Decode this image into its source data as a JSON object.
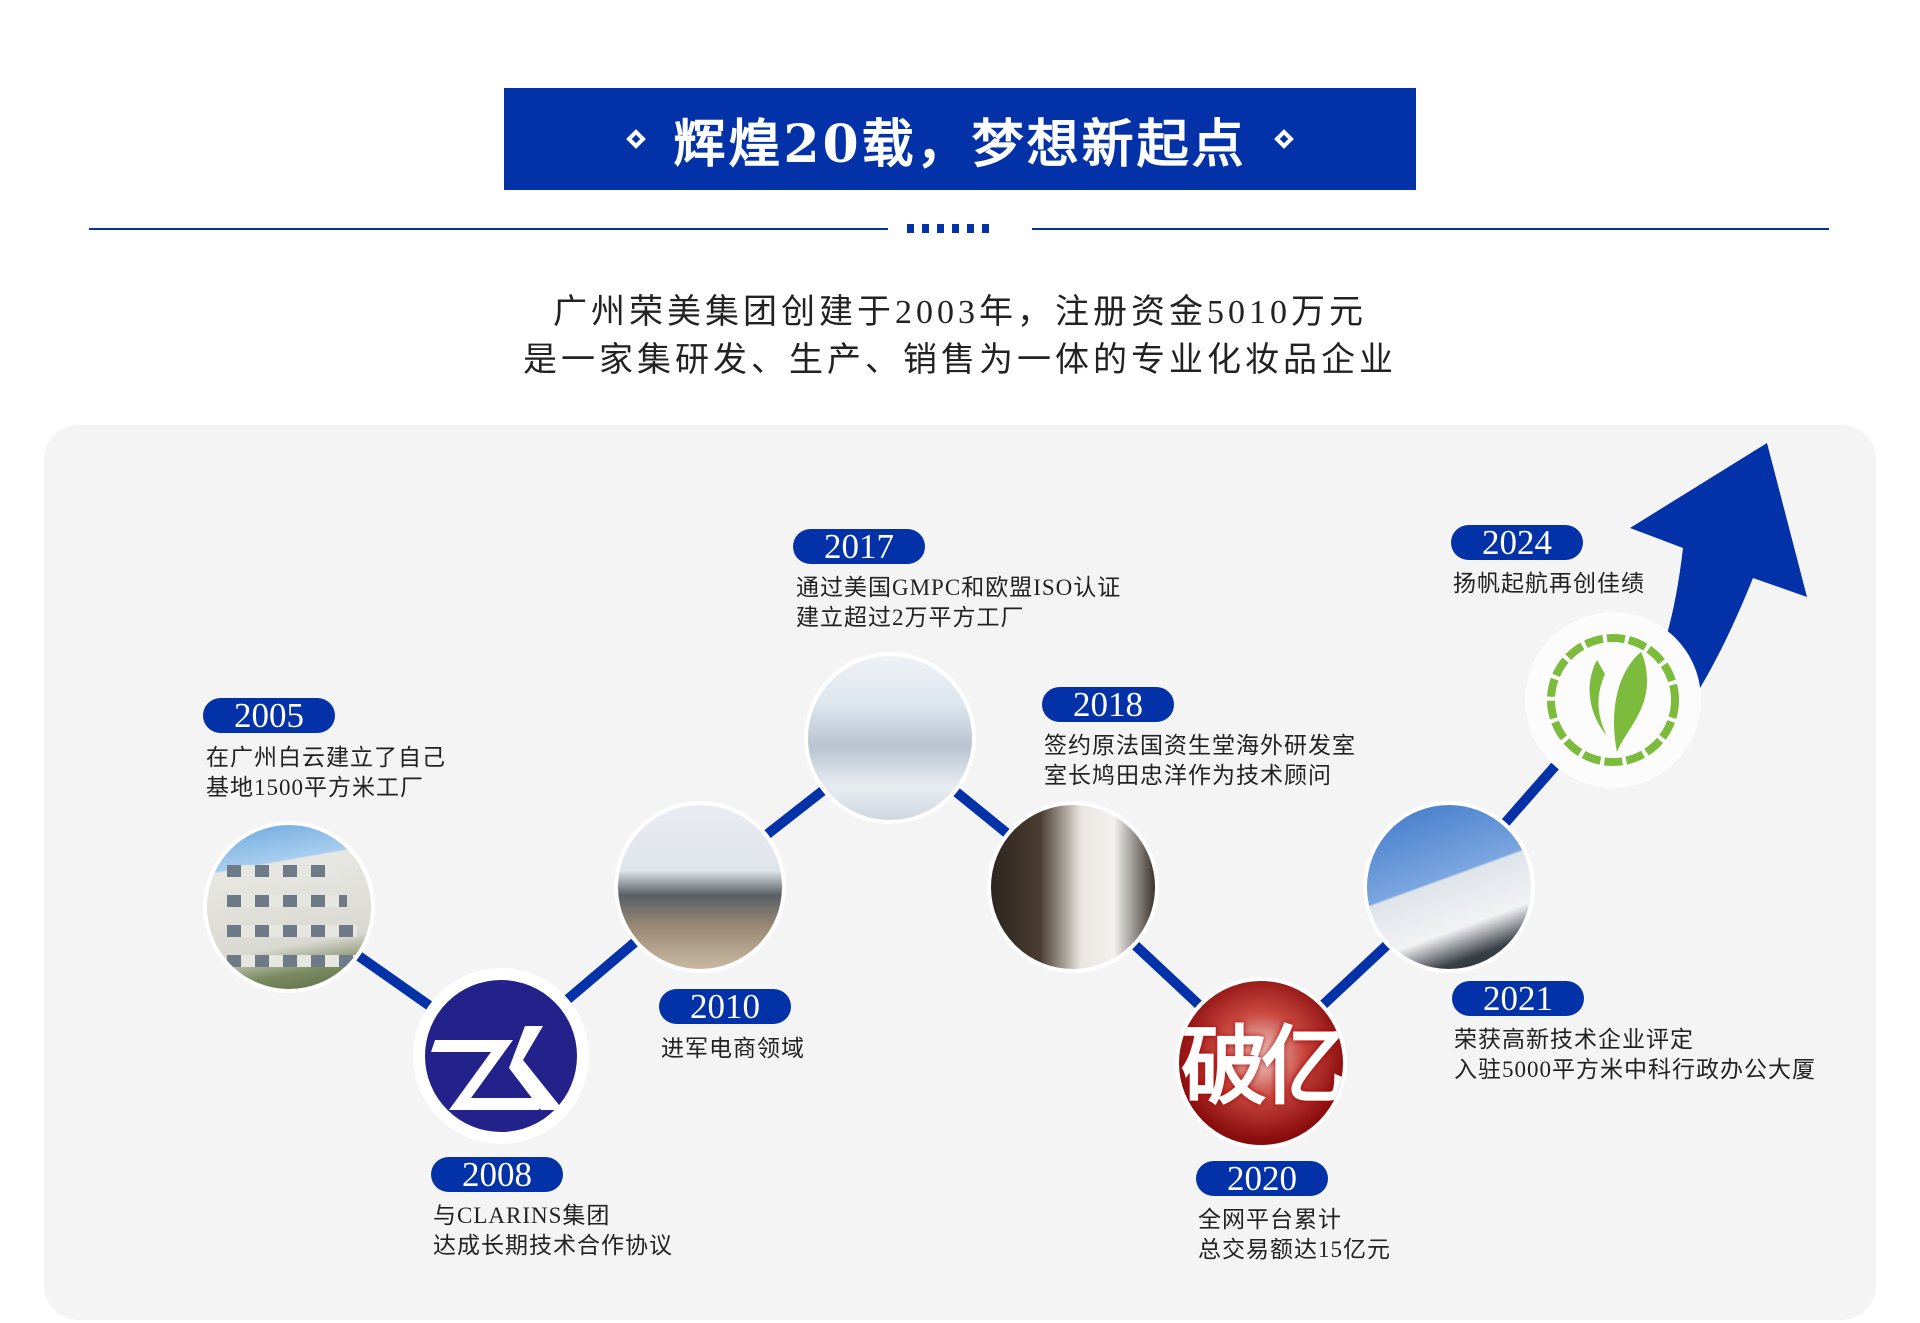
{
  "header": {
    "title": "辉煌20载，梦想新起点",
    "intro_line1": "广州荣美集团创建于2003年，注册资金5010万元",
    "intro_line2": "是一家集研发、生产、销售为一体的专业化妆品企业"
  },
  "colors": {
    "brand_blue": "#0231a8",
    "logo_green": "#7cbb3c",
    "zk_navy": "#22228a"
  },
  "milestones": [
    {
      "year": "2005",
      "line1": "在广州白云建立了自己",
      "line2": "基地1500平方米工厂",
      "image": "factory-building-photo"
    },
    {
      "year": "2008",
      "line1": "与CLARINS集团",
      "line2": "达成长期技术合作协议",
      "image": "zk-logo"
    },
    {
      "year": "2010",
      "line1": "进军电商领域",
      "line2": "",
      "image": "office-photo"
    },
    {
      "year": "2017",
      "line1": "通过美国GMPC和欧盟ISO认证",
      "line2": "建立超过2万平方工厂",
      "image": "clean-lab-photo"
    },
    {
      "year": "2018",
      "line1": "签约原法国资生堂海外研发室",
      "line2": "室长鸠田忠洋作为技术顾问",
      "image": "scientist-photo"
    },
    {
      "year": "2020",
      "line1": "全网平台累计",
      "line2": "总交易额达15亿元",
      "image": "poyi-photo",
      "image_text": "破亿"
    },
    {
      "year": "2021",
      "line1": "荣获高新技术企业评定",
      "line2": "入驻5000平方米中科行政办公大厦",
      "image": "office-tower-photo"
    },
    {
      "year": "2024",
      "line1": "扬帆起航再创佳绩",
      "line2": "",
      "image": "leaf-face-logo"
    }
  ]
}
